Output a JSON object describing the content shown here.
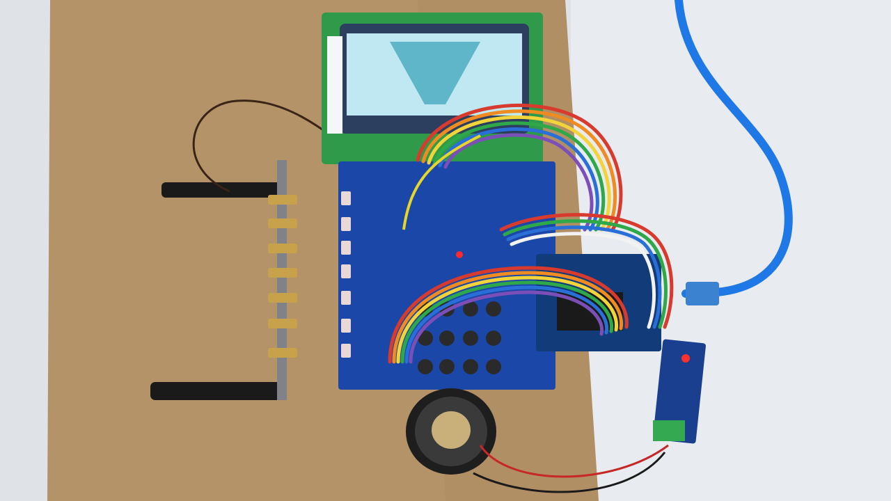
{
  "scene": {
    "kind": "photo",
    "objects": [
      "cardboard-base",
      "lcd-display-module",
      "blue-development-board",
      "microcontroller-board",
      "button-matrix-4x4",
      "led-column",
      "ribbon-cables",
      "usb-cable",
      "speaker",
      "amplifier-module",
      "laser-mount-bracket"
    ],
    "colors": {
      "background": "#dfe3e8",
      "cardboard": "#b59368",
      "pcb_blue": "#1b48a8",
      "lcd_frame_green": "#2f9a4a",
      "lcd_screen": "#bfe8f2",
      "lcd_icon": "#5fb6c9",
      "usb_cable": "#1e78e6",
      "brass": "#c7a24a"
    }
  }
}
